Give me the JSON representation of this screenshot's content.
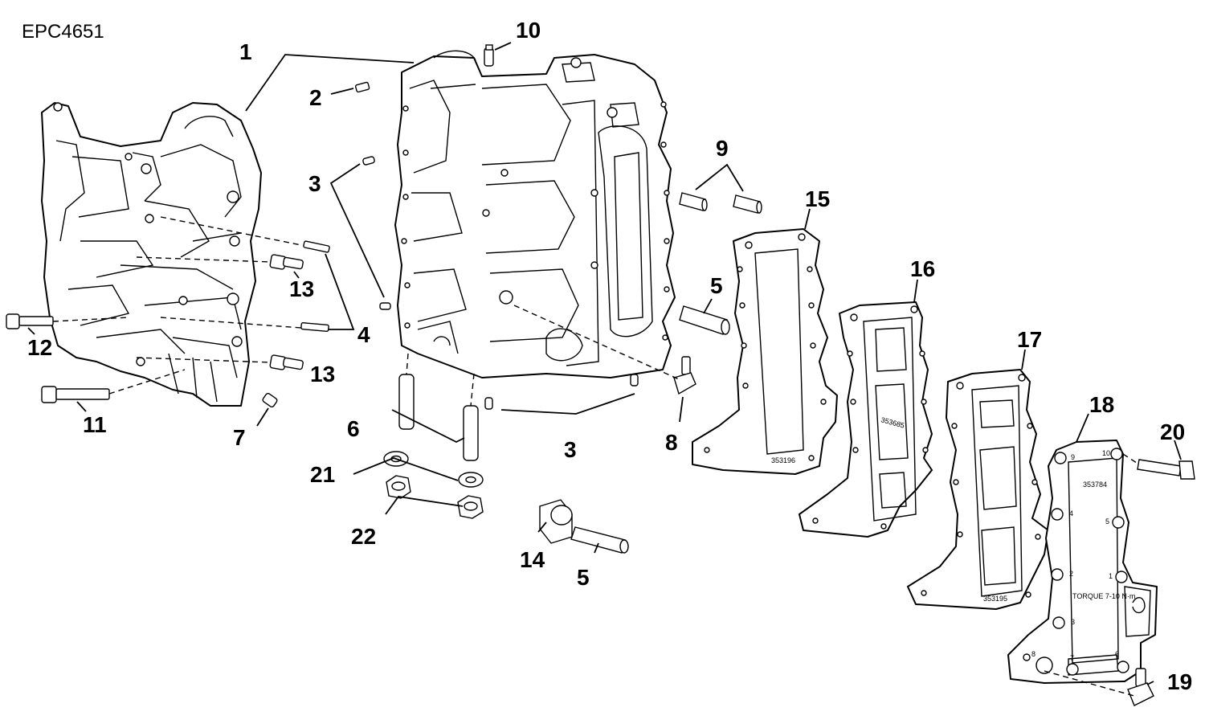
{
  "figure_code": "EPC4651",
  "callouts": [
    "1",
    "2",
    "3",
    "3",
    "4",
    "5",
    "5",
    "6",
    "7",
    "8",
    "9",
    "10",
    "11",
    "12",
    "13",
    "13",
    "14",
    "15",
    "16",
    "17",
    "18",
    "19",
    "20",
    "21",
    "22"
  ],
  "plate_markings": {
    "gasket_15_number": "353196",
    "gasket_16_number": "353685",
    "gasket_17_number": "353195",
    "plate_18_number": "353784",
    "plate_18_torque": "TORQUE  7-10  N·m",
    "bolt_sequence": [
      "1",
      "2",
      "3",
      "4",
      "5",
      "6",
      "7",
      "8",
      "9",
      "10"
    ]
  }
}
